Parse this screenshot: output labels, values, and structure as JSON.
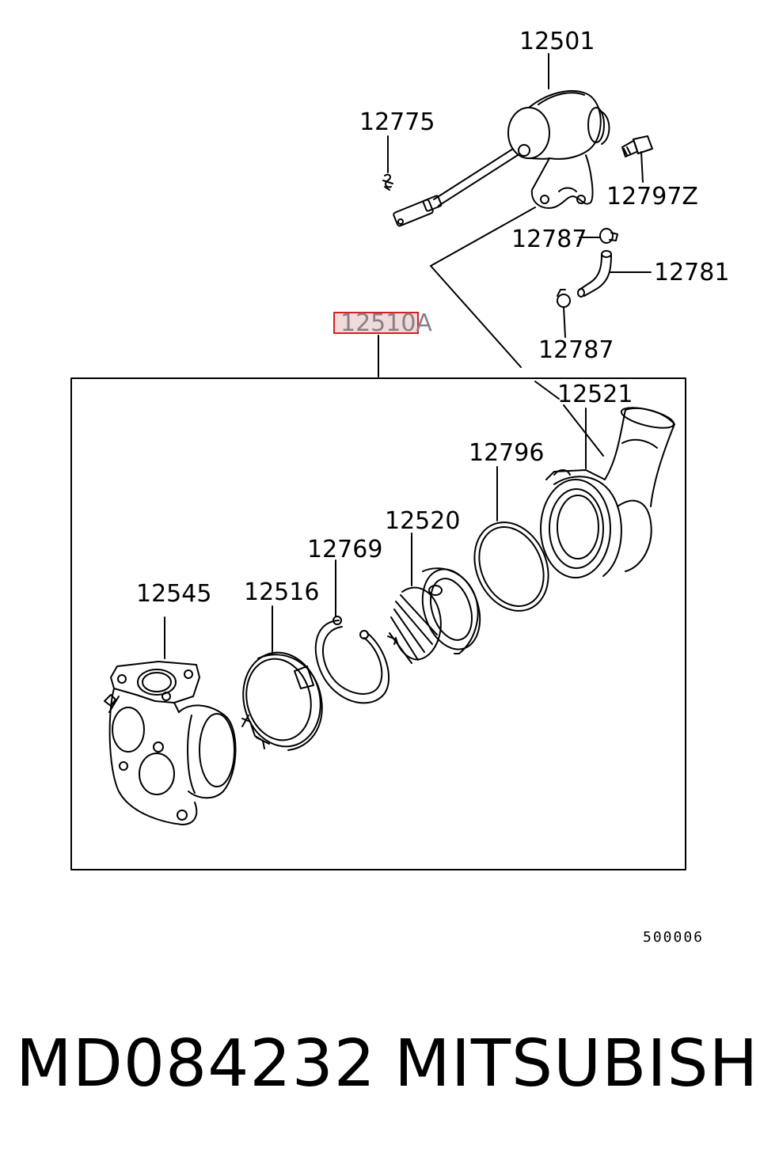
{
  "diagram": {
    "labels": {
      "actuator": "12501",
      "clip": "12775",
      "bolt": "12797Z",
      "clamp_upper": "12787",
      "hose": "12781",
      "clamp_lower": "12787",
      "assembly": "12510A",
      "compressor_housing": "12521",
      "o_ring": "12796",
      "cartridge": "12520",
      "snap_ring": "12769",
      "v_band_clamp": "12516",
      "turbine_housing": "12545"
    },
    "reference_code": "500006"
  },
  "footer": {
    "part_number": "MD084232",
    "brand": "MITSUBISHI"
  },
  "colors": {
    "line": "#000000",
    "highlight_border": "#d42020",
    "highlight_fill": "#f0dada"
  }
}
